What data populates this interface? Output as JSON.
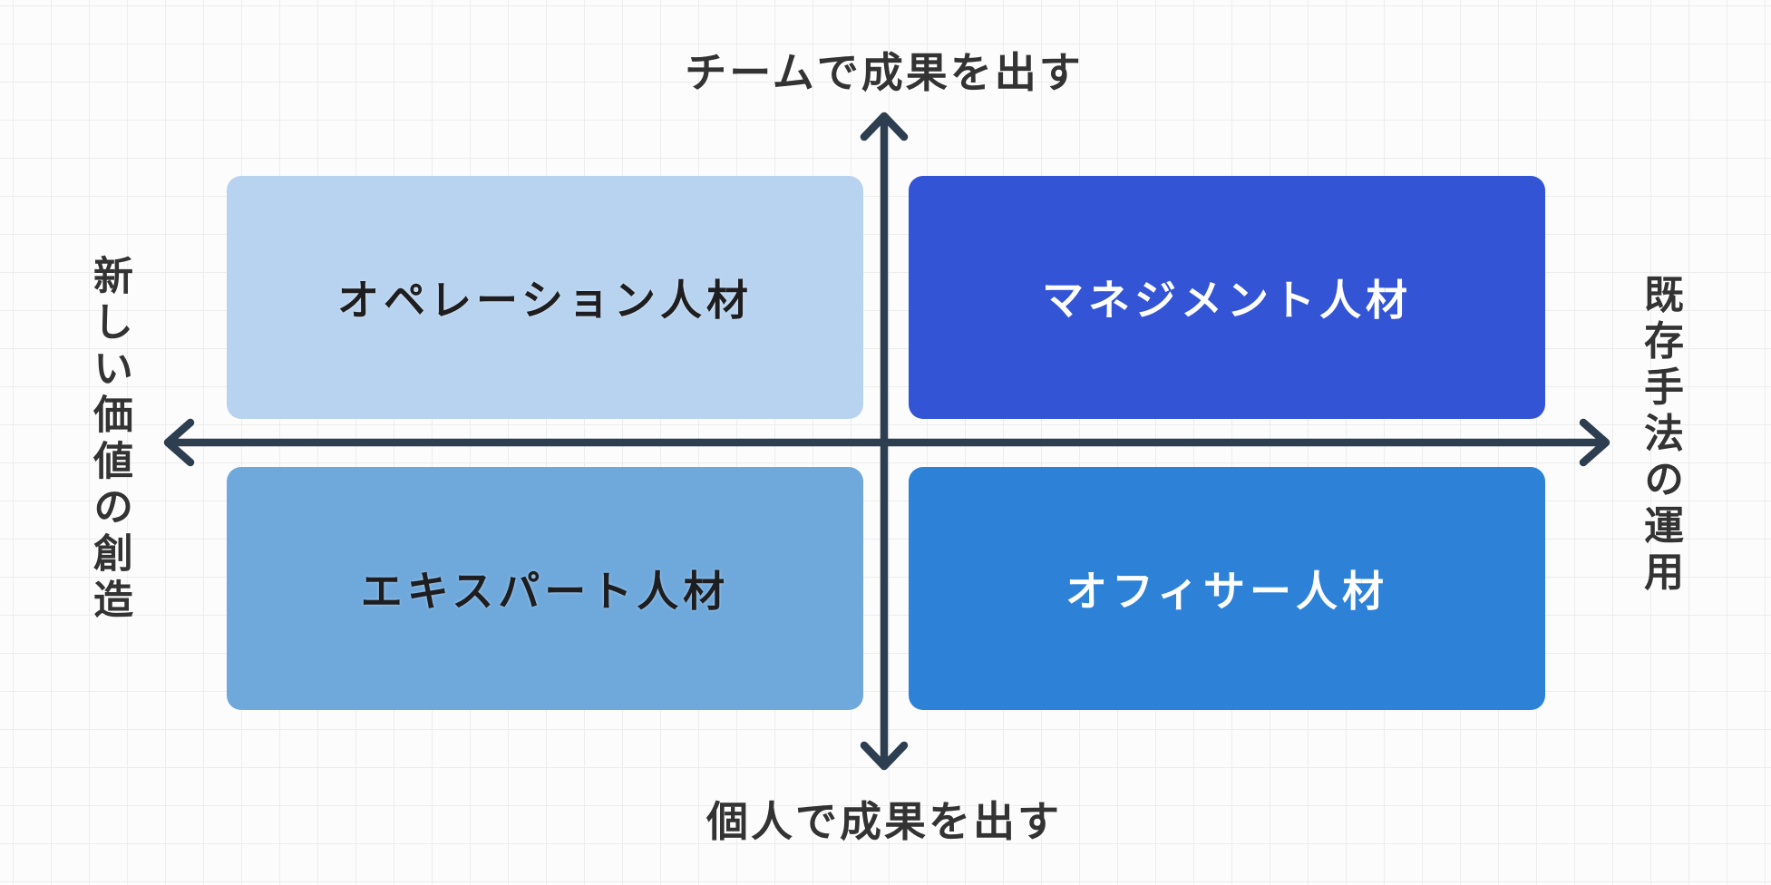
{
  "diagram": {
    "title": "talent-quadrant-matrix",
    "axes": {
      "top_label": "チームで成果を出す",
      "bottom_label": "個人で成果を出す",
      "left_label": "新しい価値の創造",
      "right_label": "既存手法の運用"
    },
    "quadrants": {
      "top_left": {
        "label": "オペレーション人材",
        "bg_color": "#B8D3EF",
        "text_color": "#1E1E20"
      },
      "top_right": {
        "label": "マネジメント人材",
        "bg_color": "#3355D5",
        "text_color": "#FFFFFF"
      },
      "bottom_left": {
        "label": "エキスパート人材",
        "bg_color": "#6FA9DC",
        "text_color": "#1E1E20"
      },
      "bottom_right": {
        "label": "オフィサー人材",
        "bg_color": "#2D82D8",
        "text_color": "#FFFFFF"
      }
    },
    "colors": {
      "axis": "#2D3E50",
      "axis_label_text": "#333333",
      "grid_line": "#EDEDED",
      "canvas_background": "#FCFCFC"
    }
  }
}
